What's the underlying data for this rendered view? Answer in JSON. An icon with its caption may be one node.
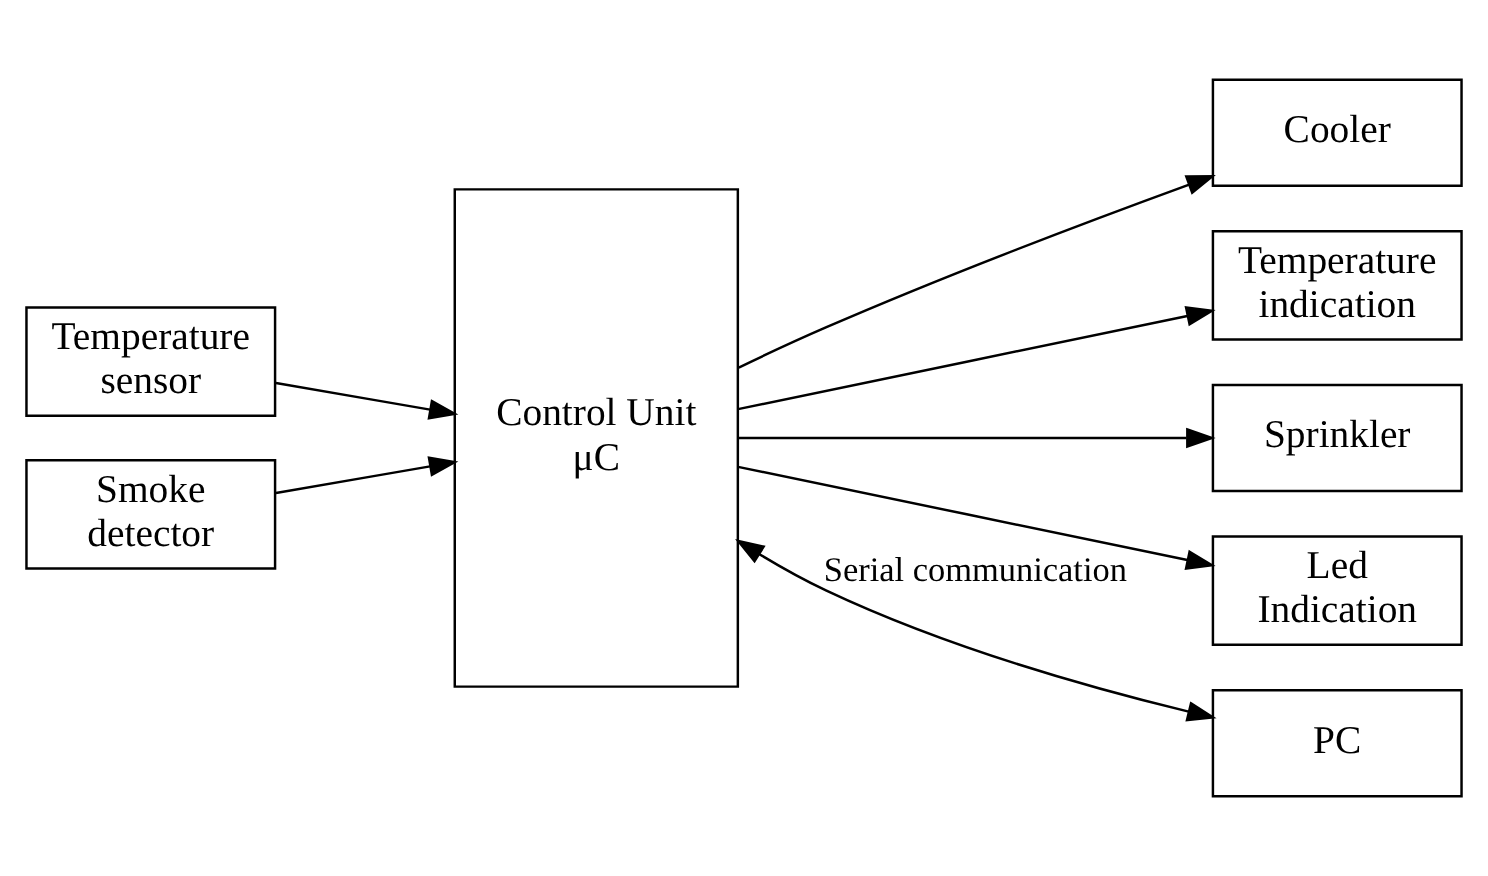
{
  "diagram": {
    "nodes": [
      {
        "text": [
          "Temperature sensor"
        ]
      },
      {
        "text": [
          "Smoke detector"
        ]
      },
      {
        "text": [
          "Control Unit μC"
        ]
      },
      {
        "text": [
          "Cooler"
        ]
      },
      {
        "text": [
          "Temperature indication"
        ]
      },
      {
        "text": [
          "Sprinkler"
        ]
      },
      {
        "text": [
          "Led Indication"
        ]
      },
      {
        "text": [
          "PC"
        ]
      }
    ],
    "edges": [
      {
        "from": 0,
        "to": 2,
        "arrow": "to"
      },
      {
        "from": 1,
        "to": 2,
        "arrow": "to"
      },
      {
        "from": 2,
        "to": 3,
        "arrow": "to"
      },
      {
        "from": 2,
        "to": 4,
        "arrow": "to"
      },
      {
        "from": 2,
        "to": 5,
        "arrow": "to"
      },
      {
        "from": 2,
        "to": 6,
        "arrow": "to"
      },
      {
        "from": 2,
        "to": 7,
        "arrow": "both",
        "label": "Serial communication"
      }
    ]
  }
}
